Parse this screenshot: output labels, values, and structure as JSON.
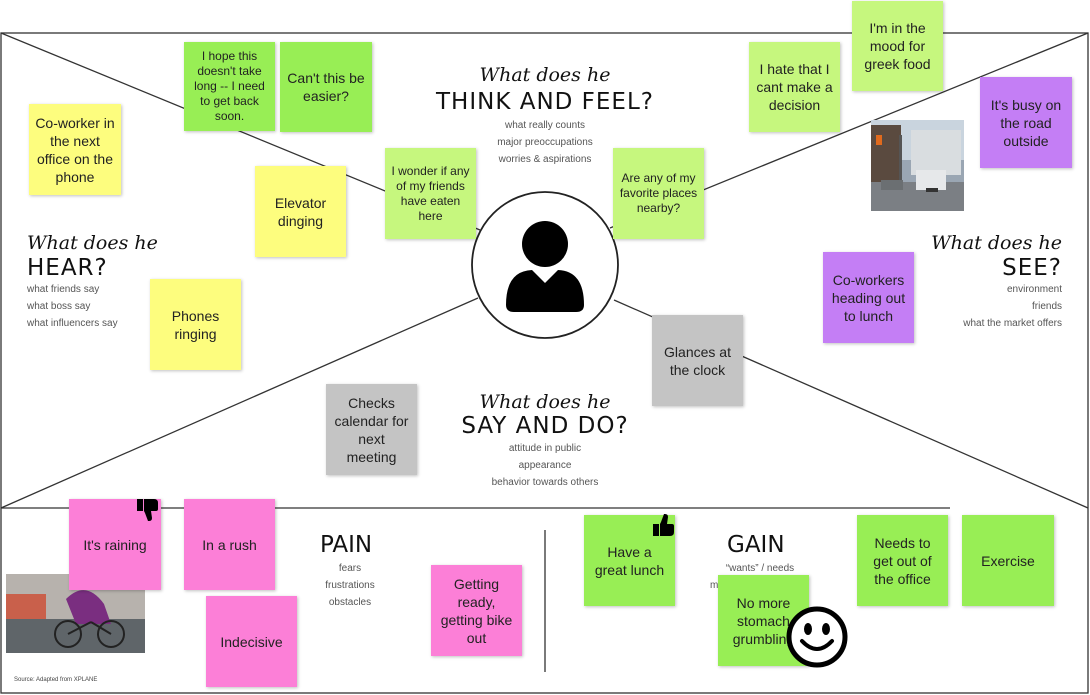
{
  "think": {
    "script": "What does he",
    "title": "THINK AND FEEL?",
    "subs": [
      "what really counts",
      "major preoccupations",
      "worries & aspirations"
    ]
  },
  "hear": {
    "script": "What does he",
    "title": "HEAR?",
    "subs": [
      "what friends say",
      "what boss say",
      "what influencers say"
    ]
  },
  "see": {
    "script": "What does he",
    "title": "SEE?",
    "subs": [
      "environment",
      "friends",
      "what the market offers"
    ]
  },
  "say": {
    "script": "What does he",
    "title": "SAY AND DO?",
    "subs": [
      "attitude in public",
      "appearance",
      "behavior towards others"
    ]
  },
  "pain": {
    "title": "PAIN",
    "subs": [
      "fears",
      "frustrations",
      "obstacles"
    ]
  },
  "gain": {
    "title": "GAIN",
    "subs": [
      "“wants” / needs",
      "m"
    ]
  },
  "source": "Source: Adapted from XPLANE",
  "colors": {
    "green": "#98ee55",
    "lightgreen": "#c6f77e",
    "yellow": "#fdfd7e",
    "purple": "#c47ef5",
    "gray": "#c4c4c4",
    "pink": "#fc7fd7"
  },
  "notes": {
    "coworker_phone": "Co-worker in the next office on the phone",
    "hope": "I hope this doesn't take long -- I need to get back soon.",
    "easier": "Can't this be easier?",
    "elevator": "Elevator dinging",
    "wonder": "I wonder if any of my friends have eaten here",
    "favorite": "Are any of my favorite places nearby?",
    "hate": "I hate that I cant make a decision",
    "greek": "I'm in the mood for greek food",
    "busy": "It's busy on the road outside",
    "phones": "Phones ringing",
    "coworkers_lunch": "Co-workers heading out to lunch",
    "glances": "Glances at the clock",
    "checks": "Checks calendar for next meeting",
    "raining": "It's raining",
    "rush": "In a rush",
    "indecisive": "Indecisive",
    "getting_ready": "Getting ready, getting bike out",
    "great_lunch": "Have a great lunch",
    "get_out": "Needs to get out of the office",
    "exercise": "Exercise",
    "stomach": "No more stomach grumbling"
  }
}
